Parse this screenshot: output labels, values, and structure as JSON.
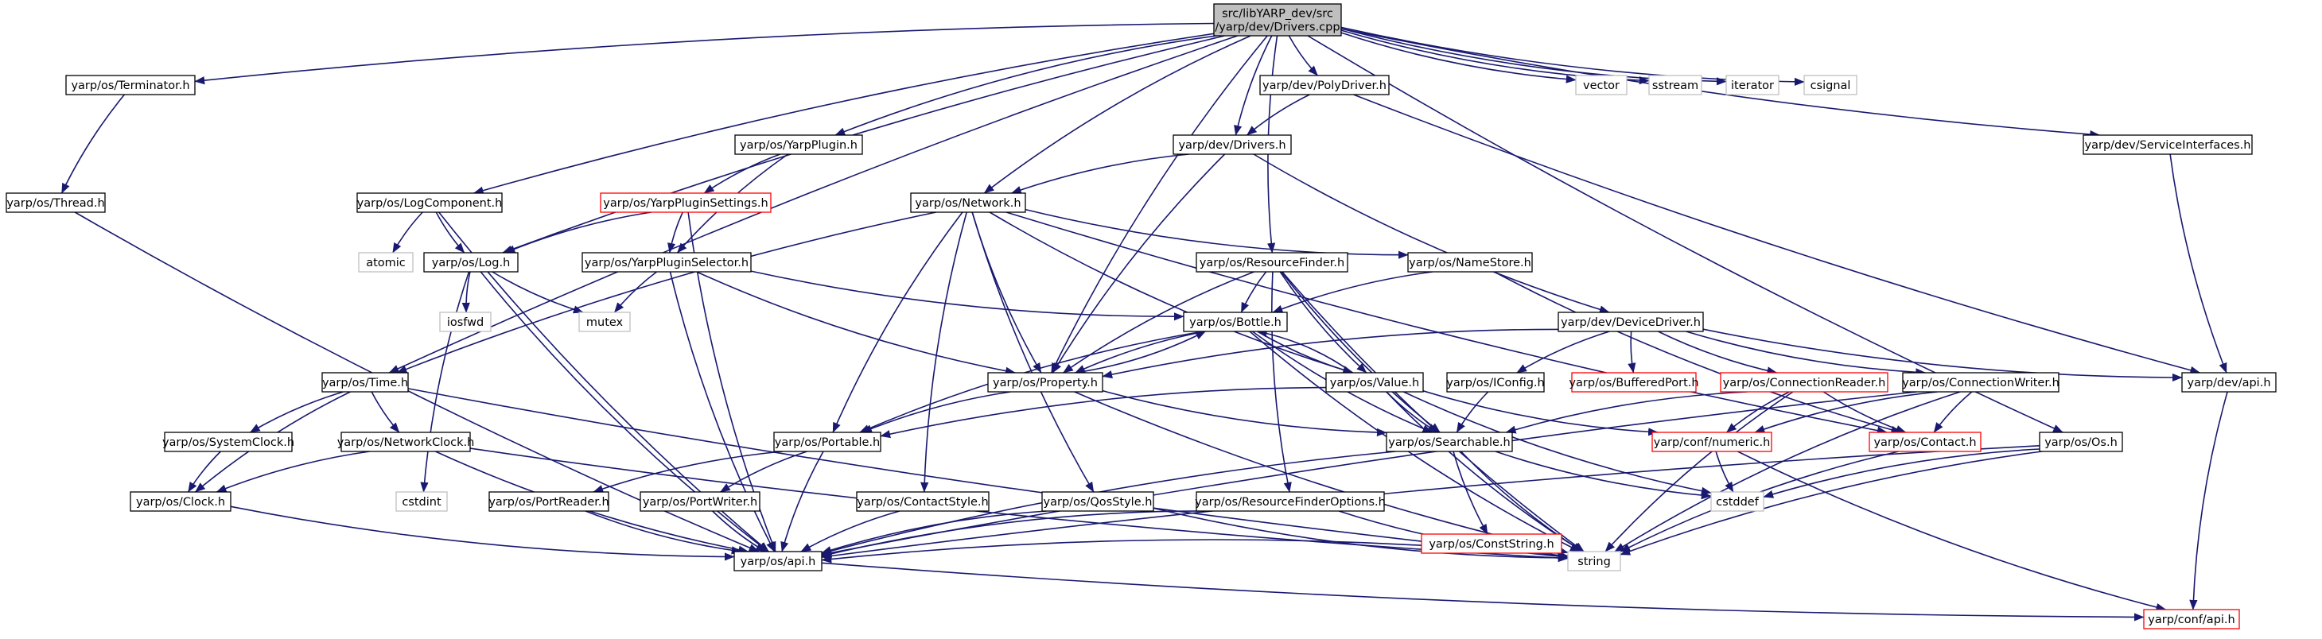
{
  "colors": {
    "edge": "#191970",
    "node_border": "#000000",
    "root_fill": "#bfbfbf",
    "incomplete_border": "#ff0000",
    "external_border": "#bfbfbf",
    "text": "#000000"
  },
  "graph": {
    "nodes": [
      {
        "id": "root",
        "label": "src/libYARP_dev/src\n/yarp/dev/Drivers.cpp",
        "style": "root"
      },
      {
        "id": "terminator",
        "label": "yarp/os/Terminator.h",
        "style": "normal"
      },
      {
        "id": "thread",
        "label": "yarp/os/Thread.h",
        "style": "normal"
      },
      {
        "id": "time",
        "label": "yarp/os/Time.h",
        "style": "normal"
      },
      {
        "id": "logcomponent",
        "label": "yarp/os/LogComponent.h",
        "style": "normal"
      },
      {
        "id": "atomic",
        "label": "atomic",
        "style": "external"
      },
      {
        "id": "log",
        "label": "yarp/os/Log.h",
        "style": "normal"
      },
      {
        "id": "iosfwd",
        "label": "iosfwd",
        "style": "external"
      },
      {
        "id": "mutex",
        "label": "mutex",
        "style": "external"
      },
      {
        "id": "yarpplugin",
        "label": "yarp/os/YarpPlugin.h",
        "style": "normal"
      },
      {
        "id": "yarppluginsettings",
        "label": "yarp/os/YarpPluginSettings.h",
        "style": "incomplete"
      },
      {
        "id": "yarppluginselector",
        "label": "yarp/os/YarpPluginSelector.h",
        "style": "normal"
      },
      {
        "id": "polydriver",
        "label": "yarp/dev/PolyDriver.h",
        "style": "normal"
      },
      {
        "id": "drivers",
        "label": "yarp/dev/Drivers.h",
        "style": "normal"
      },
      {
        "id": "network",
        "label": "yarp/os/Network.h",
        "style": "normal"
      },
      {
        "id": "resourcefinder",
        "label": "yarp/os/ResourceFinder.h",
        "style": "normal"
      },
      {
        "id": "namestore",
        "label": "yarp/os/NameStore.h",
        "style": "normal"
      },
      {
        "id": "bottle",
        "label": "yarp/os/Bottle.h",
        "style": "normal"
      },
      {
        "id": "property",
        "label": "yarp/os/Property.h",
        "style": "normal"
      },
      {
        "id": "value",
        "label": "yarp/os/Value.h",
        "style": "normal"
      },
      {
        "id": "devicedriver",
        "label": "yarp/dev/DeviceDriver.h",
        "style": "normal"
      },
      {
        "id": "iconfig",
        "label": "yarp/os/IConfig.h",
        "style": "normal"
      },
      {
        "id": "bufferedport",
        "label": "yarp/os/BufferedPort.h",
        "style": "incomplete"
      },
      {
        "id": "connectionreader",
        "label": "yarp/os/ConnectionReader.h",
        "style": "incomplete"
      },
      {
        "id": "connectionwriter",
        "label": "yarp/os/ConnectionWriter.h",
        "style": "normal"
      },
      {
        "id": "devapi",
        "label": "yarp/dev/api.h",
        "style": "normal"
      },
      {
        "id": "serviceinterfaces",
        "label": "yarp/dev/ServiceInterfaces.h",
        "style": "normal"
      },
      {
        "id": "vector",
        "label": "vector",
        "style": "external"
      },
      {
        "id": "sstream",
        "label": "sstream",
        "style": "external"
      },
      {
        "id": "iterator",
        "label": "iterator",
        "style": "external"
      },
      {
        "id": "csignal",
        "label": "csignal",
        "style": "external"
      },
      {
        "id": "systemclock",
        "label": "yarp/os/SystemClock.h",
        "style": "normal"
      },
      {
        "id": "networkclock",
        "label": "yarp/os/NetworkClock.h",
        "style": "normal"
      },
      {
        "id": "clock",
        "label": "yarp/os/Clock.h",
        "style": "normal"
      },
      {
        "id": "portable",
        "label": "yarp/os/Portable.h",
        "style": "normal"
      },
      {
        "id": "searchable",
        "label": "yarp/os/Searchable.h",
        "style": "normal"
      },
      {
        "id": "numeric",
        "label": "yarp/conf/numeric.h",
        "style": "incomplete"
      },
      {
        "id": "contact",
        "label": "yarp/os/Contact.h",
        "style": "incomplete"
      },
      {
        "id": "os",
        "label": "yarp/os/Os.h",
        "style": "normal"
      },
      {
        "id": "cstdint",
        "label": "cstdint",
        "style": "external"
      },
      {
        "id": "portreader",
        "label": "yarp/os/PortReader.h",
        "style": "normal"
      },
      {
        "id": "portwriter",
        "label": "yarp/os/PortWriter.h",
        "style": "normal"
      },
      {
        "id": "contactstyle",
        "label": "yarp/os/ContactStyle.h",
        "style": "normal"
      },
      {
        "id": "qosstyle",
        "label": "yarp/os/QosStyle.h",
        "style": "normal"
      },
      {
        "id": "resourcefinderoptions",
        "label": "yarp/os/ResourceFinderOptions.h",
        "style": "normal"
      },
      {
        "id": "conststring",
        "label": "yarp/os/ConstString.h",
        "style": "incomplete"
      },
      {
        "id": "cstddef",
        "label": "cstddef",
        "style": "external"
      },
      {
        "id": "string",
        "label": "string",
        "style": "external"
      },
      {
        "id": "osapi",
        "label": "yarp/os/api.h",
        "style": "normal"
      },
      {
        "id": "confapi",
        "label": "yarp/conf/api.h",
        "style": "incomplete"
      }
    ],
    "edges": [
      [
        "root",
        "terminator"
      ],
      [
        "root",
        "time"
      ],
      [
        "root",
        "logcomponent"
      ],
      [
        "root",
        "log"
      ],
      [
        "root",
        "yarpplugin"
      ],
      [
        "root",
        "property"
      ],
      [
        "root",
        "network"
      ],
      [
        "root",
        "polydriver"
      ],
      [
        "root",
        "drivers"
      ],
      [
        "root",
        "resourcefinder"
      ],
      [
        "root",
        "vector"
      ],
      [
        "root",
        "sstream"
      ],
      [
        "root",
        "iterator"
      ],
      [
        "root",
        "csignal"
      ],
      [
        "root",
        "serviceinterfaces"
      ],
      [
        "root",
        "os"
      ],
      [
        "terminator",
        "thread"
      ],
      [
        "thread",
        "osapi"
      ],
      [
        "logcomponent",
        "atomic"
      ],
      [
        "logcomponent",
        "log"
      ],
      [
        "logcomponent",
        "osapi"
      ],
      [
        "log",
        "iosfwd"
      ],
      [
        "log",
        "mutex"
      ],
      [
        "log",
        "osapi"
      ],
      [
        "log",
        "cstdint"
      ],
      [
        "yarpplugin",
        "yarppluginsettings"
      ],
      [
        "yarpplugin",
        "yarppluginselector"
      ],
      [
        "yarppluginsettings",
        "log"
      ],
      [
        "yarppluginsettings",
        "yarppluginselector"
      ],
      [
        "yarppluginsettings",
        "osapi"
      ],
      [
        "yarppluginselector",
        "mutex"
      ],
      [
        "yarppluginselector",
        "bottle"
      ],
      [
        "yarppluginselector",
        "property"
      ],
      [
        "yarppluginselector",
        "osapi"
      ],
      [
        "polydriver",
        "drivers"
      ],
      [
        "polydriver",
        "devapi"
      ],
      [
        "drivers",
        "network"
      ],
      [
        "drivers",
        "property"
      ],
      [
        "drivers",
        "devicedriver"
      ],
      [
        "network",
        "time"
      ],
      [
        "network",
        "namestore"
      ],
      [
        "network",
        "property"
      ],
      [
        "network",
        "value"
      ],
      [
        "network",
        "portable"
      ],
      [
        "network",
        "contactstyle"
      ],
      [
        "network",
        "qosstyle"
      ],
      [
        "network",
        "contact"
      ],
      [
        "resourcefinder",
        "bottle"
      ],
      [
        "resourcefinder",
        "property"
      ],
      [
        "resourcefinder",
        "value"
      ],
      [
        "resourcefinder",
        "searchable"
      ],
      [
        "resourcefinder",
        "resourcefinderoptions"
      ],
      [
        "resourcefinder",
        "string"
      ],
      [
        "namestore",
        "bottle"
      ],
      [
        "namestore",
        "contact"
      ],
      [
        "bottle",
        "property"
      ],
      [
        "bottle",
        "value"
      ],
      [
        "bottle",
        "portable"
      ],
      [
        "bottle",
        "searchable"
      ],
      [
        "bottle",
        "string"
      ],
      [
        "property",
        "bottle"
      ],
      [
        "property",
        "portable"
      ],
      [
        "property",
        "searchable"
      ],
      [
        "property",
        "string"
      ],
      [
        "value",
        "bottle"
      ],
      [
        "value",
        "portable"
      ],
      [
        "value",
        "searchable"
      ],
      [
        "value",
        "numeric"
      ],
      [
        "value",
        "cstddef"
      ],
      [
        "value",
        "string"
      ],
      [
        "devicedriver",
        "property"
      ],
      [
        "devicedriver",
        "iconfig"
      ],
      [
        "devicedriver",
        "bufferedport"
      ],
      [
        "devicedriver",
        "connectionreader"
      ],
      [
        "devicedriver",
        "connectionwriter"
      ],
      [
        "devicedriver",
        "devapi"
      ],
      [
        "iconfig",
        "searchable"
      ],
      [
        "connectionreader",
        "searchable"
      ],
      [
        "connectionreader",
        "numeric"
      ],
      [
        "connectionreader",
        "contact"
      ],
      [
        "connectionreader",
        "string"
      ],
      [
        "connectionwriter",
        "numeric"
      ],
      [
        "connectionwriter",
        "contact"
      ],
      [
        "connectionwriter",
        "osapi"
      ],
      [
        "connectionwriter",
        "string"
      ],
      [
        "devapi",
        "confapi"
      ],
      [
        "serviceinterfaces",
        "devapi"
      ],
      [
        "time",
        "systemclock"
      ],
      [
        "time",
        "networkclock"
      ],
      [
        "time",
        "clock"
      ],
      [
        "time",
        "string"
      ],
      [
        "systemclock",
        "clock"
      ],
      [
        "networkclock",
        "clock"
      ],
      [
        "networkclock",
        "osapi"
      ],
      [
        "networkclock",
        "string"
      ],
      [
        "clock",
        "osapi"
      ],
      [
        "portable",
        "portreader"
      ],
      [
        "portable",
        "portwriter"
      ],
      [
        "portable",
        "osapi"
      ],
      [
        "searchable",
        "conststring"
      ],
      [
        "searchable",
        "osapi"
      ],
      [
        "searchable",
        "cstddef"
      ],
      [
        "searchable",
        "string"
      ],
      [
        "numeric",
        "cstddef"
      ],
      [
        "numeric",
        "confapi"
      ],
      [
        "contact",
        "string"
      ],
      [
        "os",
        "cstddef"
      ],
      [
        "os",
        "osapi"
      ],
      [
        "os",
        "string"
      ],
      [
        "portreader",
        "osapi"
      ],
      [
        "portwriter",
        "osapi"
      ],
      [
        "contactstyle",
        "osapi"
      ],
      [
        "qosstyle",
        "osapi"
      ],
      [
        "qosstyle",
        "string"
      ],
      [
        "resourcefinderoptions",
        "osapi"
      ],
      [
        "resourcefinderoptions",
        "string"
      ],
      [
        "conststring",
        "osapi"
      ],
      [
        "conststring",
        "string"
      ],
      [
        "osapi",
        "confapi"
      ]
    ]
  }
}
